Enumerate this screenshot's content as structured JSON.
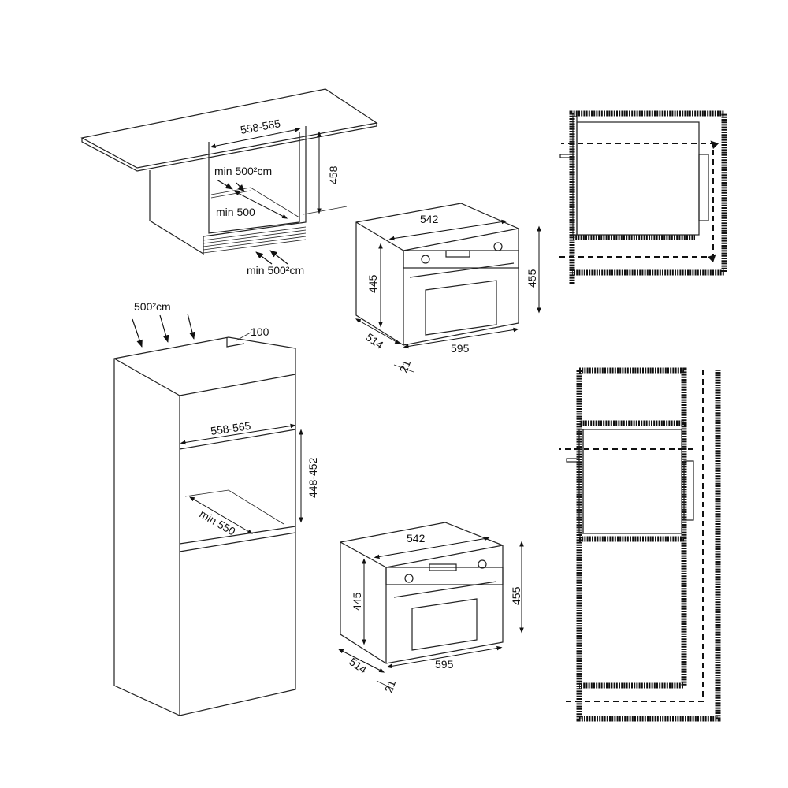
{
  "undercounter": {
    "width": "558-565",
    "height": "458",
    "vent_top": "min 500²cm",
    "depth": "min 500",
    "vent_bottom": "min 500²cm"
  },
  "oven_top": {
    "width_top": "542",
    "height_front": "445",
    "height_side": "455",
    "depth": "514",
    "width_front": "595",
    "door": "21"
  },
  "column": {
    "vent": "500²cm",
    "gap": "100",
    "width": "558-565",
    "height": "448-452",
    "depth": "min 550"
  },
  "oven_bottom": {
    "width_top": "542",
    "height_front": "445",
    "height_side": "455",
    "depth": "514",
    "width_front": "595",
    "door": "21"
  }
}
